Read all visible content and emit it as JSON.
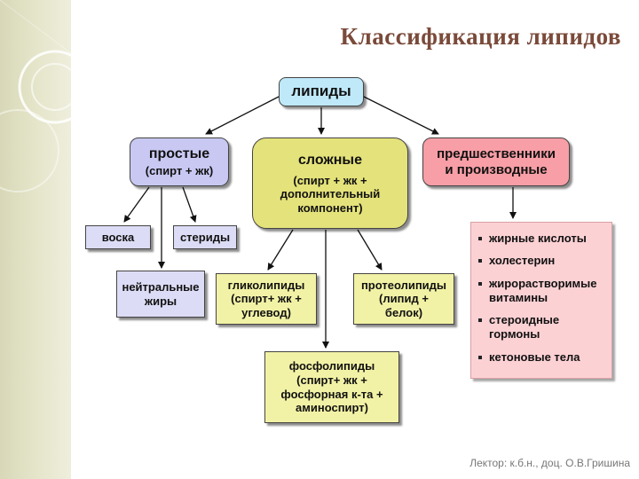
{
  "title": "Классификация липидов",
  "root": "липиды",
  "simple": {
    "heading": "простые",
    "sub": "(спирт + жк)"
  },
  "complex": {
    "heading": "сложные",
    "sub": "(спирт + жк +\nдополнительный\nкомпонент)"
  },
  "precursors": "предшественники\nи производные",
  "simple_children": [
    "воска",
    "стериды",
    "нейтральные\nжиры"
  ],
  "complex_children": {
    "glyco": "гликолипиды\n(спирт+ жк +\nуглевод)",
    "proteo": "протеолипиды\n(липид +\nбелок)",
    "phospho": "фосфолипиды\n(спирт+ жк +\nфосфорная к-та +\nаминоспирт)"
  },
  "precursor_list": [
    "жирные кислоты",
    "холестерин",
    "жирорастворимые\nвитамины",
    "стероидные\nгормоны",
    "кетоновые тела"
  ],
  "footer": "Лектор: к.б.н., доц. О.В.Гришина",
  "colors": {
    "root": "#bfe9f9",
    "simple": "#c8c8f3",
    "complex": "#e4e27a",
    "precursors": "#f79ea6",
    "list_bg": "#fcd1d4",
    "title": "#7a4a3a"
  }
}
